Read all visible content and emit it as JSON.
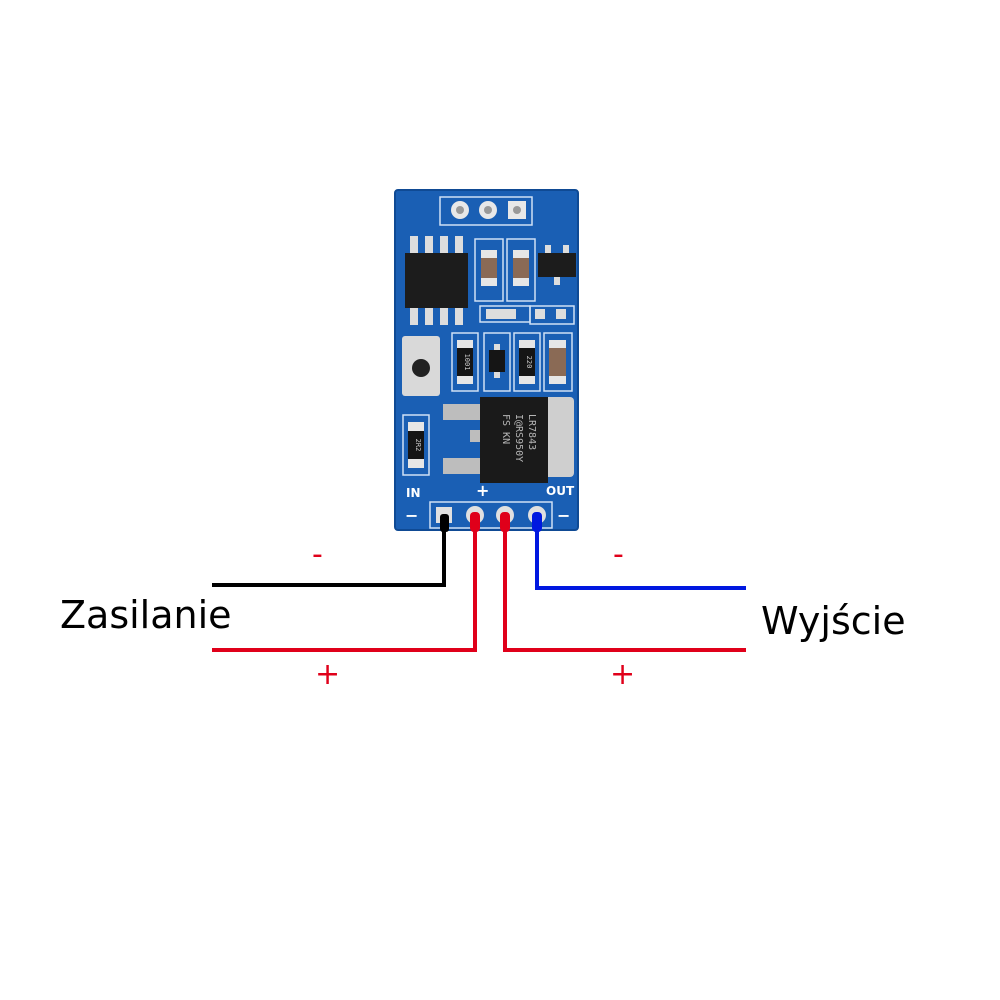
{
  "labels": {
    "input": "Zasilanie",
    "output": "Wyjście"
  },
  "signs": {
    "in_minus": "-",
    "in_plus": "+",
    "out_minus": "-",
    "out_plus": "+"
  },
  "board": {
    "silkscreen_in": "IN",
    "silkscreen_out": "OUT",
    "silkscreen_plus": "+",
    "silkscreen_minus_left": "−",
    "silkscreen_minus_right": "−",
    "regulator_marking": [
      "LR7843",
      "I@RS950Y",
      "FS  KN"
    ],
    "resistor_1": "1001",
    "resistor_2": "220",
    "resistor_3": "2R2"
  },
  "colors": {
    "pcb": "#1a5fb4",
    "wire_negative_in": "#000000",
    "wire_positive": "#e0001a",
    "wire_negative_out": "#0018e0"
  }
}
